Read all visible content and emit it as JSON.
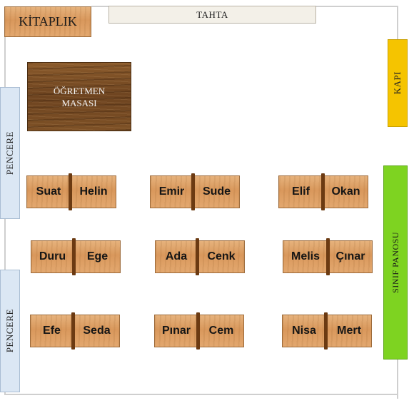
{
  "room": {
    "bookshelf": "KİTAPLIK",
    "board": "TAHTA",
    "teacher_desk_line1": "ÖĞRETMEN",
    "teacher_desk_line2": "MASASI",
    "window_top": "PENCERE",
    "window_bottom": "PENCERE",
    "door": "KAPI",
    "class_board": "SINIF PANOSU"
  },
  "desks": [
    {
      "left": "Suat",
      "right": "Helin"
    },
    {
      "left": "Emir",
      "right": "Sude"
    },
    {
      "left": "Elif",
      "right": "Okan"
    },
    {
      "left": "Duru",
      "right": "Ege"
    },
    {
      "left": "Ada",
      "right": "Cenk"
    },
    {
      "left": "Melis",
      "right": "Çınar"
    },
    {
      "left": "Efe",
      "right": "Seda"
    },
    {
      "left": "Pınar",
      "right": "Cem"
    },
    {
      "left": "Nisa",
      "right": "Mert"
    }
  ]
}
